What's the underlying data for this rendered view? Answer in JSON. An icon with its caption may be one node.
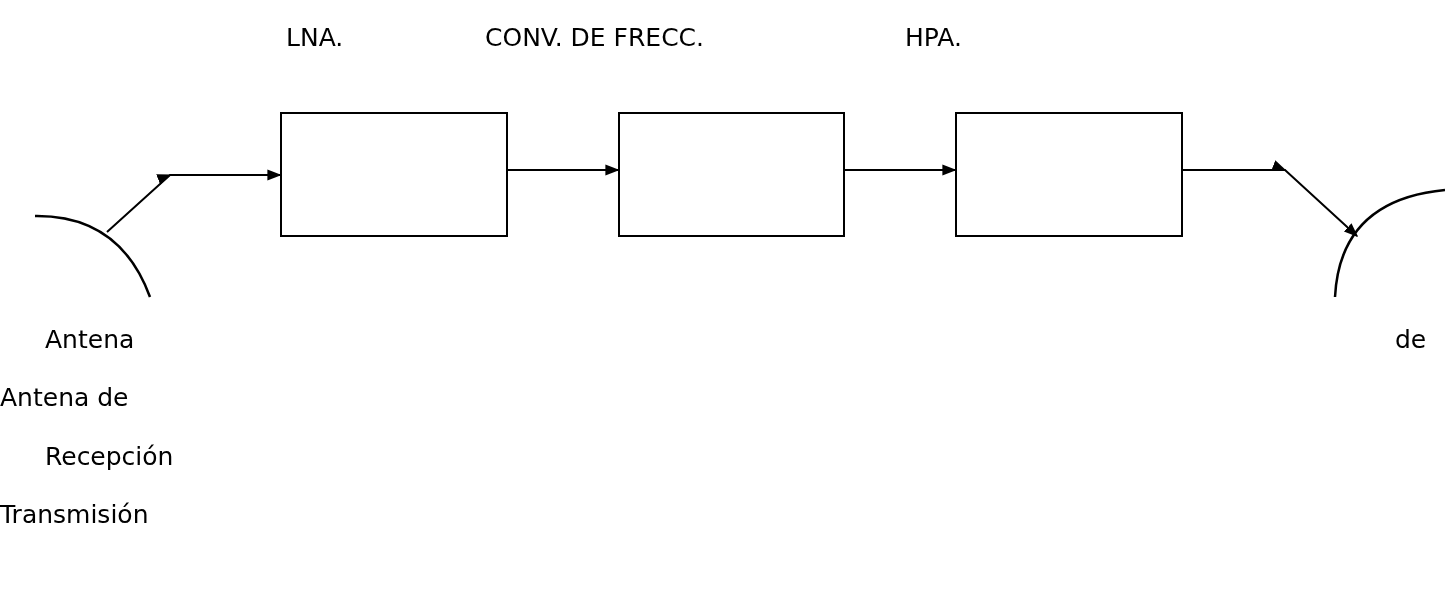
{
  "diagram": {
    "nodes": [
      {
        "text": [],
        "shape": "arc"
      },
      {
        "text": [
          "LNA."
        ]
      },
      {
        "text": [
          "CONV. DE FRECC."
        ]
      },
      {
        "text": [
          "HPA."
        ]
      },
      {
        "text": [],
        "shape": "arc"
      }
    ],
    "edges": [
      {
        "from": 0,
        "to": 1,
        "arrow": "to"
      },
      {
        "from": 1,
        "to": 2,
        "arrow": "to"
      },
      {
        "from": 2,
        "to": 3,
        "arrow": "to"
      },
      {
        "from": 3,
        "to": 4,
        "arrow": "to"
      }
    ],
    "labels": [
      "Antena",
      "de",
      "Antena de",
      "Recepción",
      "Transmisión"
    ]
  }
}
